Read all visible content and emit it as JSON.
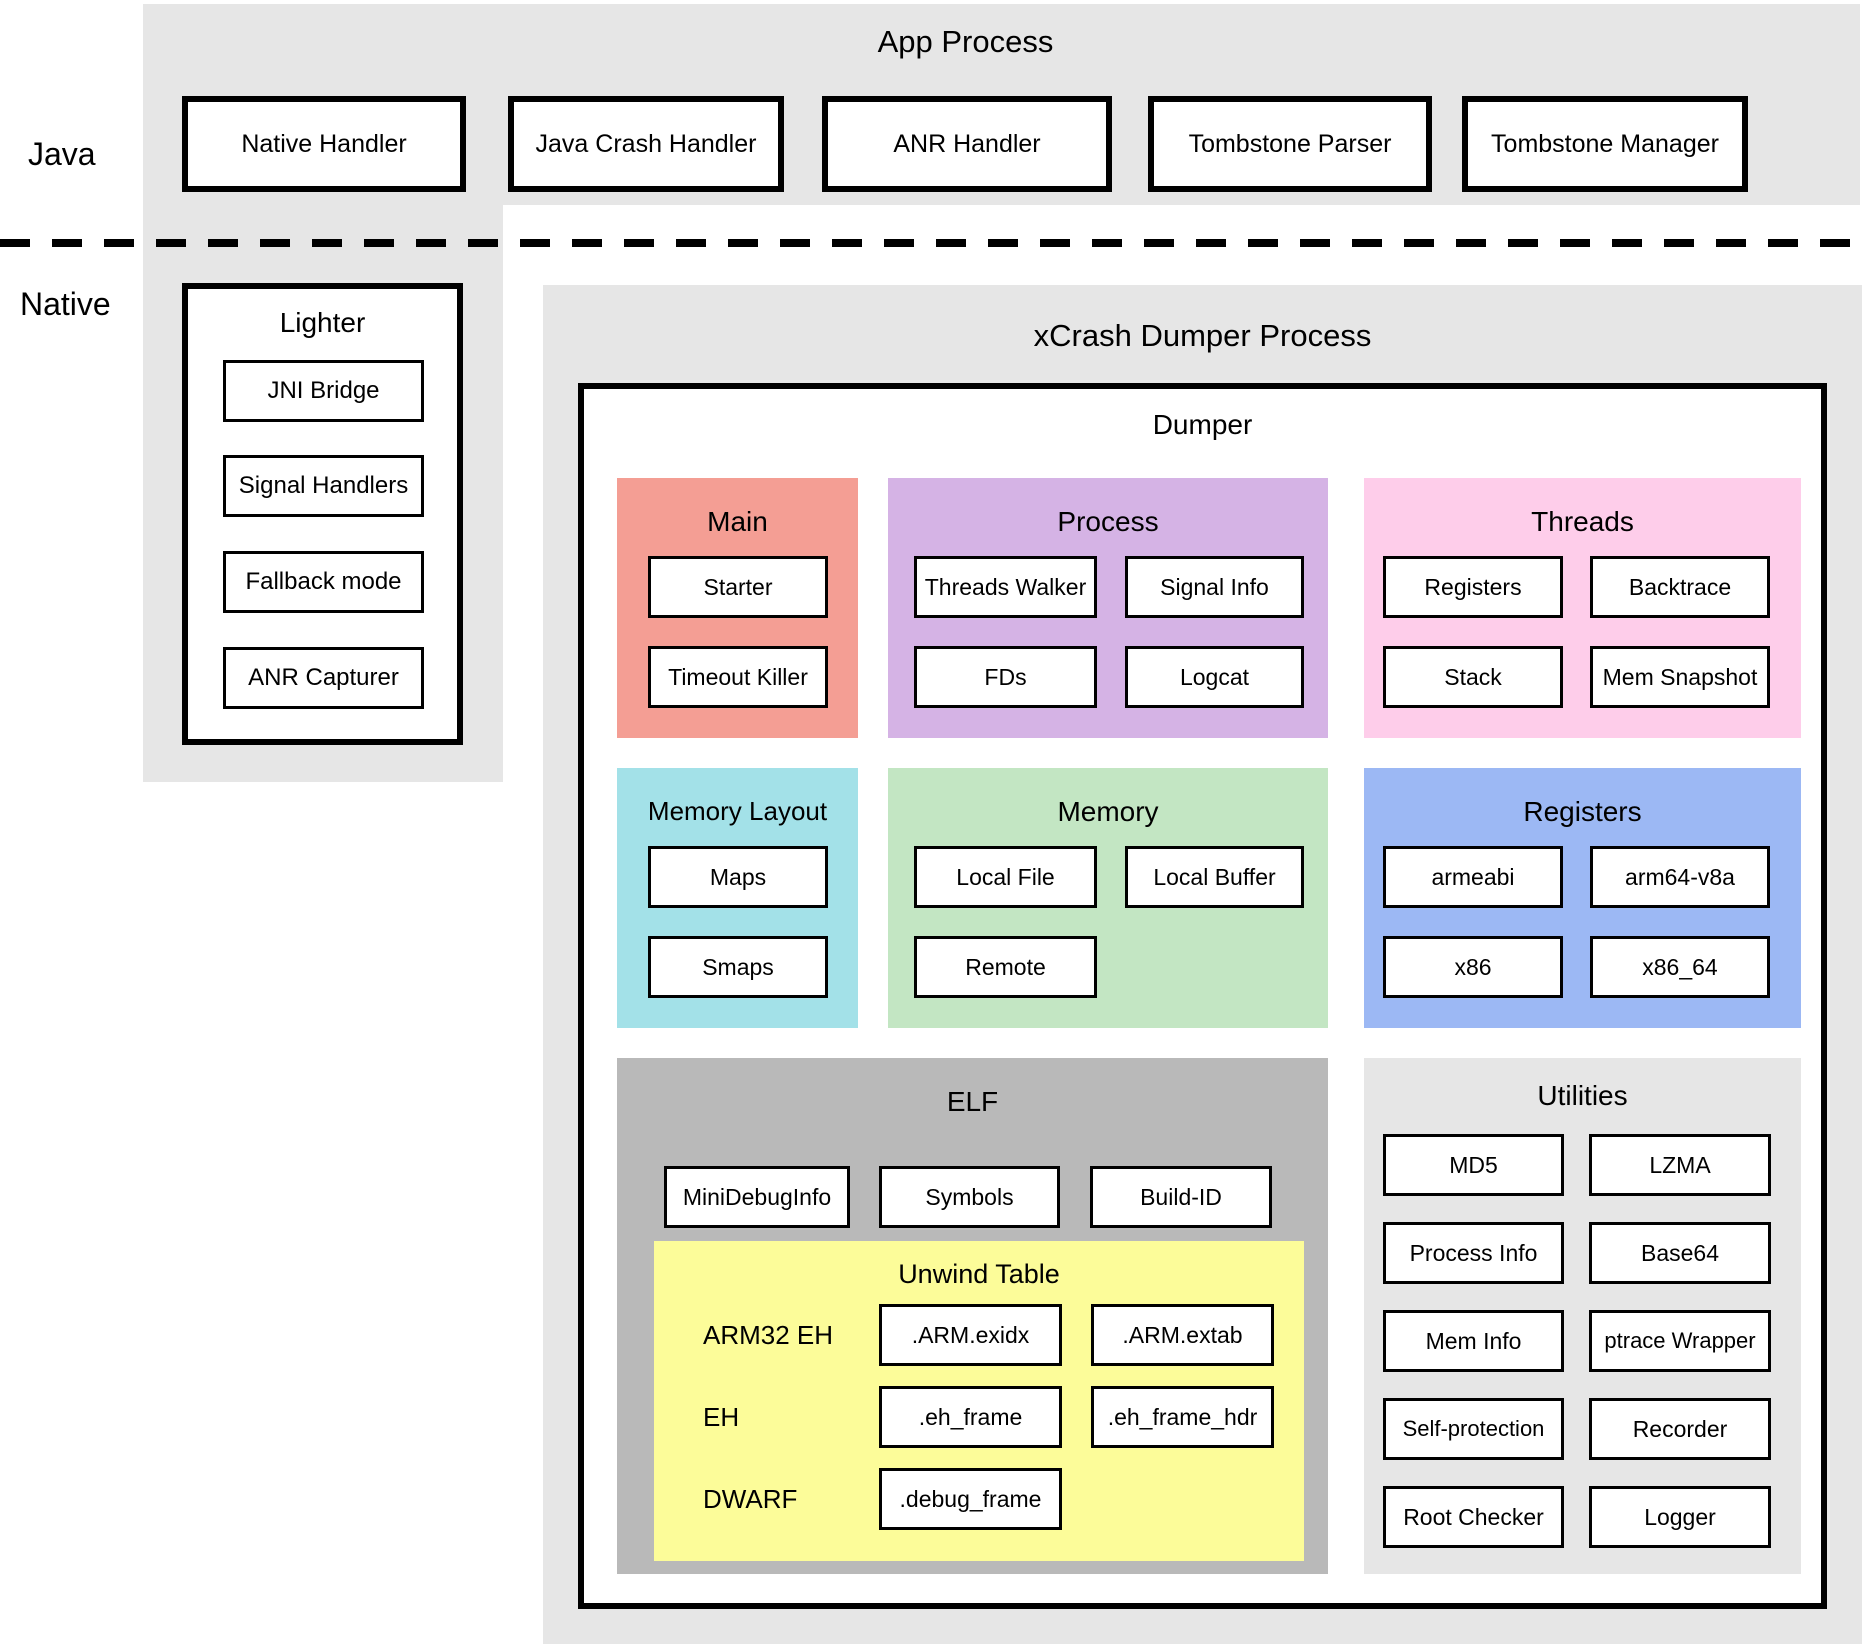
{
  "diagram": {
    "layer_labels": {
      "java": "Java",
      "native": "Native"
    },
    "app_process": {
      "title": "App Process",
      "boxes": [
        "Native Handler",
        "Java Crash Handler",
        "ANR Handler",
        "Tombstone Parser",
        "Tombstone Manager"
      ]
    },
    "lighter": {
      "title": "Lighter",
      "items": [
        "JNI Bridge",
        "Signal Handlers",
        "Fallback mode",
        "ANR Capturer"
      ]
    },
    "dumper_process": {
      "title": "xCrash Dumper Process",
      "dumper": {
        "title": "Dumper",
        "panels": {
          "main": {
            "title": "Main",
            "items": [
              "Starter",
              "Timeout Killer"
            ]
          },
          "process": {
            "title": "Process",
            "items": [
              "Threads Walker",
              "Signal Info",
              "FDs",
              "Logcat"
            ]
          },
          "threads": {
            "title": "Threads",
            "items": [
              "Registers",
              "Backtrace",
              "Stack",
              "Mem Snapshot"
            ]
          },
          "memory_layout": {
            "title": "Memory Layout",
            "items": [
              "Maps",
              "Smaps"
            ]
          },
          "memory": {
            "title": "Memory",
            "items": [
              "Local File",
              "Local Buffer",
              "Remote"
            ]
          },
          "registers": {
            "title": "Registers",
            "items": [
              "armeabi",
              "arm64-v8a",
              "x86",
              "x86_64"
            ]
          },
          "elf": {
            "title": "ELF",
            "items": [
              "MiniDebugInfo",
              "Symbols",
              "Build-ID"
            ],
            "unwind_table": {
              "title": "Unwind Table",
              "rows": [
                {
                  "label": "ARM32 EH",
                  "boxes": [
                    ".ARM.exidx",
                    ".ARM.extab"
                  ]
                },
                {
                  "label": "EH",
                  "boxes": [
                    ".eh_frame",
                    ".eh_frame_hdr"
                  ]
                },
                {
                  "label": "DWARF",
                  "boxes": [
                    ".debug_frame"
                  ]
                }
              ]
            }
          },
          "utilities": {
            "title": "Utilities",
            "items": [
              "MD5",
              "LZMA",
              "Process Info",
              "Base64",
              "Mem Info",
              "ptrace Wrapper",
              "Self-protection",
              "Recorder",
              "Root Checker",
              "Logger"
            ]
          }
        }
      }
    },
    "colors": {
      "background_gray": "#E6E6E6",
      "panel_main": "#F49E94",
      "panel_process": "#D5B3E5",
      "panel_threads": "#FECDEA",
      "panel_memory_layout": "#A3E1E8",
      "panel_memory": "#C3E6C3",
      "panel_registers": "#9CB8F4",
      "panel_elf": "#B9B9B9",
      "panel_unwind_table": "#FCFC99",
      "panel_utilities": "#E6E6E6"
    }
  }
}
